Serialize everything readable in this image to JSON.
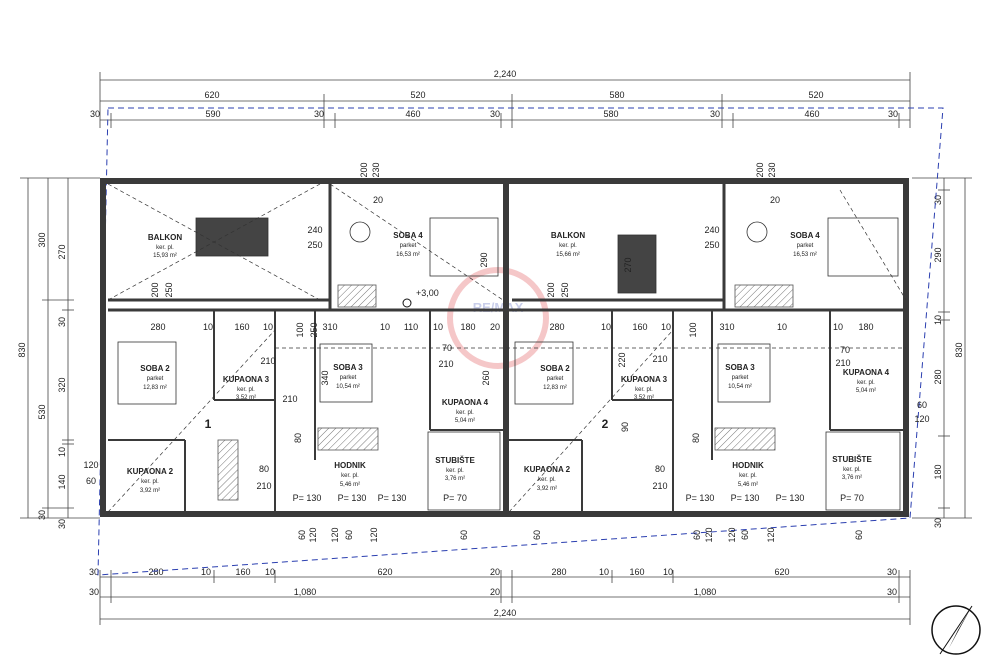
{
  "dims_top": {
    "overall": "2,240",
    "row1": [
      "620",
      "520",
      "580",
      "520"
    ],
    "row2": [
      "30",
      "590",
      "30",
      "460",
      "30",
      "580",
      "30",
      "460",
      "30"
    ]
  },
  "dims_bottom": {
    "row1": [
      "30",
      "280",
      "10",
      "160",
      "10",
      "620",
      "20",
      "280",
      "10",
      "160",
      "10",
      "620",
      "30"
    ],
    "row2": [
      "30",
      "1,080",
      "20",
      "1,080",
      "30"
    ],
    "overall": "2,240"
  },
  "dims_left": {
    "outer": "830",
    "mid": [
      "300",
      "530",
      "30"
    ],
    "inner": [
      "270",
      "30",
      "320",
      "10",
      "140",
      "30"
    ]
  },
  "dims_right": {
    "outer": "830",
    "inner": [
      "30",
      "290",
      "10",
      "280",
      "180",
      "30"
    ]
  },
  "inner_dims": {
    "d_280": "280",
    "d_10": "10",
    "d_160": "160",
    "d_310": "310",
    "d_180": "180",
    "d_110": "110",
    "d_200": "200",
    "d_230": "230",
    "d_240": "240",
    "d_250": "250",
    "d_210": "210",
    "d_100": "100",
    "d_340": "340",
    "d_80": "80",
    "d_90": "90",
    "d_70": "70",
    "d_120": "120",
    "d_60": "60",
    "d_20": "20",
    "d_260": "260",
    "d_290": "290",
    "d_270": "270",
    "d_220": "220",
    "p130": "P= 130",
    "p70": "P= 70"
  },
  "level": "+3,00",
  "units": [
    "1",
    "2"
  ],
  "rooms": {
    "balkon": "BALKON",
    "soba2": "SOBA 2",
    "soba3": "SOBA 3",
    "soba4": "SOBA 4",
    "kupaona2": "KUPAONA 2",
    "kupaona3": "KUPAONA 3",
    "kupaona4": "KUPAONA 4",
    "hodnik": "HODNIK",
    "stubiste": "STUBIŠTE",
    "parket": "parket",
    "ker_pl": "ker. pl.",
    "a_balkon1": "15,93 m²",
    "a_balkon2": "15,66 m²",
    "a_soba4": "16,53 m²",
    "a_soba2": "12,83 m²",
    "a_soba3": "10,54 m²",
    "a_kupaona2": "3,92 m²",
    "a_kupaona3": "3,52 m²",
    "a_kupaona4": "5,04 m²",
    "a_hodnik": "5,46 m²",
    "a_stubiste": "3,76 m²"
  },
  "watermark": "RE/MAX",
  "colors": {
    "wall": "#3a3a3a",
    "dim_line": "#444444",
    "dashed": "#2b3fb0",
    "watermark": "#d8232a"
  }
}
